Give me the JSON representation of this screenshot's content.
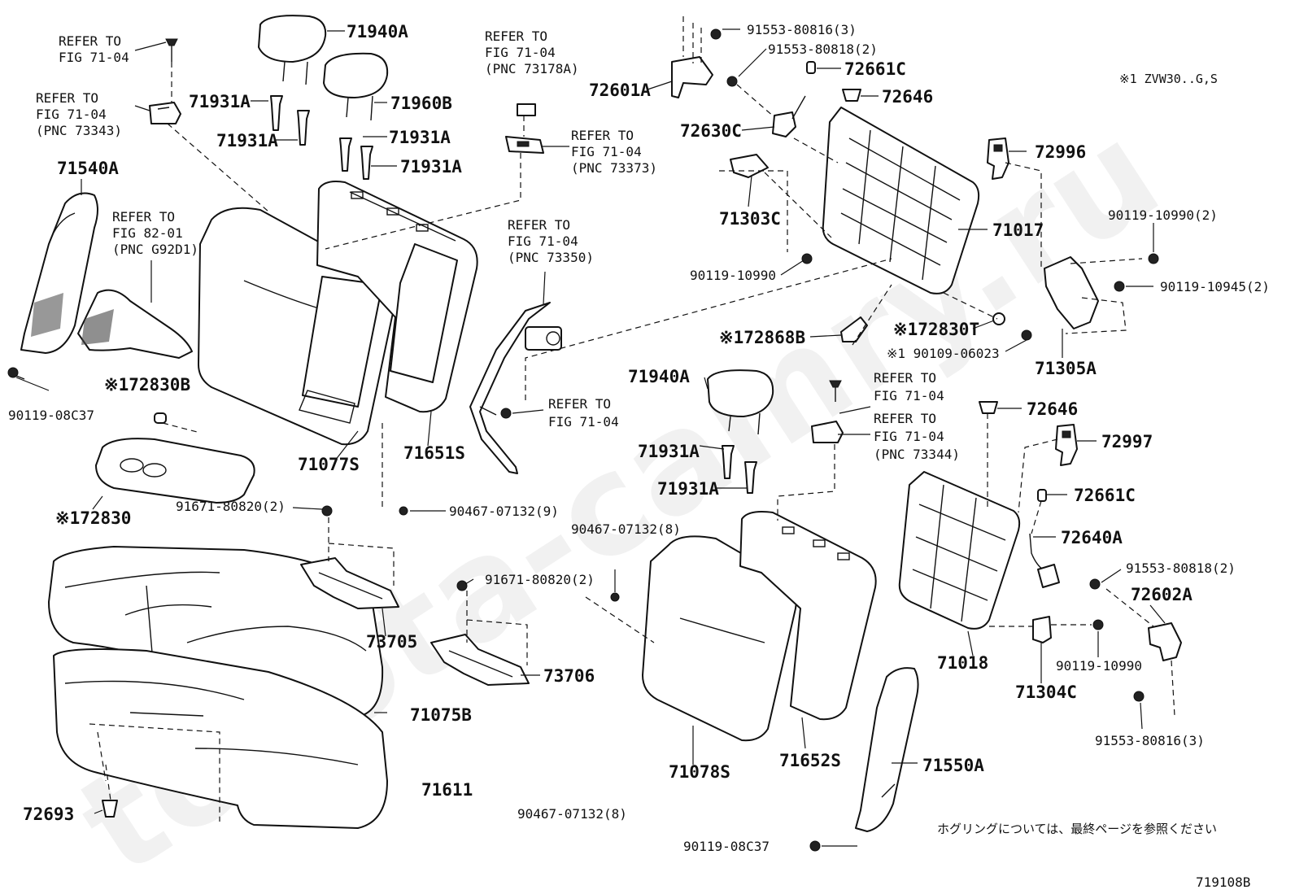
{
  "watermark": "toyota-camry.ru",
  "variant_note": "※1 ZVW30..G,S",
  "footer_note_jp": "ホグリングについては、最終ページを参照ください",
  "figure_id": "719108B",
  "labels": {
    "p71940A_top": "71940A",
    "p71931A_1": "71931A",
    "p71931A_2": "71931A",
    "p71931A_3": "71931A",
    "p71931A_4": "71931A",
    "p71960B": "71960B",
    "p71540A": "71540A",
    "p90119_08C37_l": "90119-08C37",
    "p72830B": "※172830B",
    "p72830": "※172830",
    "p71077S": "71077S",
    "p71651S": "71651S",
    "p90467_07132_9": "90467-07132(9)",
    "p91671_80820_a": "91671-80820(2)",
    "p73705": "73705",
    "p71075B": "71075B",
    "p71611": "71611",
    "p72693": "72693",
    "p90467_07132_8a": "90467-07132(8)",
    "p90467_07132_8b": "90467-07132(8)",
    "p91671_80820_b": "91671-80820(2)",
    "p73706": "73706",
    "p71940A_mid": "71940A",
    "p71931A_5": "71931A",
    "p71931A_6": "71931A",
    "p71078S": "71078S",
    "p71652S": "71652S",
    "p71550A": "71550A",
    "p90119_08C37_b": "90119-08C37",
    "p91553_80816_3a": "91553-80816(3)",
    "p91553_80818_2a": "91553-80818(2)",
    "p72661C_a": "72661C",
    "p72646_a": "72646",
    "p72601A": "72601A",
    "p72630C": "72630C",
    "p71303C": "71303C",
    "p90119_10990_a": "90119-10990",
    "p72996": "72996",
    "p71017": "71017",
    "p90119_10990_2": "90119-10990(2)",
    "p90119_10945_2": "90119-10945(2)",
    "p72868B": "※172868B",
    "p72830T": "※172830T",
    "p90109_06023": "※1 90109-06023",
    "p71305A": "71305A",
    "p72646_b": "72646",
    "p72997": "72997",
    "p72661C_b": "72661C",
    "p72640A": "72640A",
    "p91553_80818_2b": "91553-80818(2)",
    "p72602A": "72602A",
    "p71018": "71018",
    "p71304C": "71304C",
    "p90119_10990_b": "90119-10990",
    "p91553_80816_3b": "91553-80816(3)"
  },
  "refs": {
    "r1": [
      "REFER TO",
      "FIG 71-04"
    ],
    "r2": [
      "REFER TO",
      "FIG 71-04",
      "(PNC 73343)"
    ],
    "r3": [
      "REFER TO",
      "FIG 82-01",
      "(PNC G92D1)"
    ],
    "r4": [
      "REFER TO",
      "FIG 71-04",
      "(PNC 73178A)"
    ],
    "r5": [
      "REFER TO",
      "FIG 71-04",
      "(PNC 73373)"
    ],
    "r6": [
      "REFER TO",
      "FIG 71-04",
      "(PNC 73350)"
    ],
    "r7": [
      "REFER TO",
      "FIG 71-04"
    ],
    "r8": [
      "REFER TO",
      "FIG 71-04"
    ],
    "r9": [
      "REFER TO",
      "FIG 71-04",
      "(PNC 73344)"
    ]
  }
}
